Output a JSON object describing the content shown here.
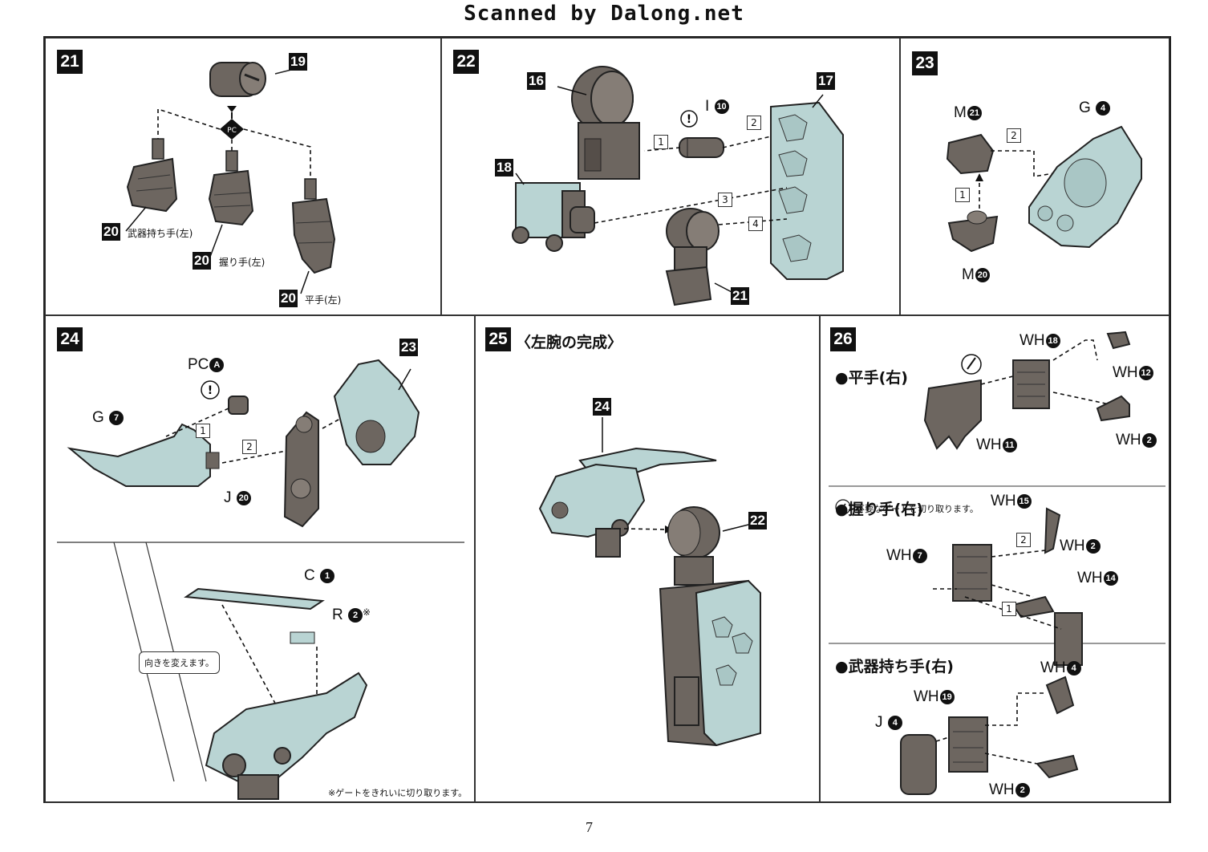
{
  "header": {
    "scan_credit": "Scanned by Dalong.net"
  },
  "page_number": "7",
  "colors": {
    "gray_part": "#6d6660",
    "blue_part": "#b9d4d3",
    "ink": "#111111"
  },
  "steps": {
    "s21": {
      "number": "21",
      "parts": {
        "top": "19",
        "h1": "20",
        "h2": "20",
        "h3": "20"
      },
      "labels": {
        "h1": "武器持ち手(左)",
        "h2": "握り手(左)",
        "h3": "平手(左)"
      }
    },
    "s22": {
      "number": "22",
      "parts": {
        "p16": "16",
        "p17": "17",
        "p18": "18",
        "p21": "21",
        "i_letter": "I",
        "i_num": "10"
      },
      "order": [
        "1",
        "2",
        "3",
        "4"
      ]
    },
    "s23": {
      "number": "23",
      "parts": {
        "m_top_letter": "M",
        "m_top_num": "21",
        "g_letter": "G",
        "g_num": "4",
        "m_bot_letter": "M",
        "m_bot_num": "20"
      },
      "order": [
        "1",
        "2"
      ]
    },
    "s24": {
      "number": "24",
      "parts": {
        "pc_letter": "PC",
        "pc_num": "A",
        "g_letter": "G",
        "g_num": "7",
        "j_letter": "J",
        "j_num": "20",
        "p23": "23",
        "c_letter": "C",
        "c_num": "1",
        "r_letter": "R",
        "r_num": "2",
        "asterisk": "※"
      },
      "order": [
        "1",
        "2"
      ],
      "callout": "向きを変えます。",
      "footnote": "※ゲートをきれいに切り取ります。"
    },
    "s25": {
      "number": "25",
      "title": "〈左腕の完成〉",
      "parts": {
        "p24": "24",
        "p22": "22"
      }
    },
    "s26": {
      "number": "26",
      "gate_note": "不要なゲートを切り取ります。",
      "sections": [
        {
          "title": "●平手(右)",
          "parts": [
            {
              "l": "WH",
              "n": "18"
            },
            {
              "l": "WH",
              "n": "12"
            },
            {
              "l": "WH",
              "n": "11"
            },
            {
              "l": "WH",
              "n": "2"
            }
          ]
        },
        {
          "title": "●握り手(右)",
          "parts": [
            {
              "l": "WH",
              "n": "15"
            },
            {
              "l": "WH",
              "n": "7"
            },
            {
              "l": "WH",
              "n": "2"
            },
            {
              "l": "WH",
              "n": "14"
            }
          ],
          "order": [
            "2",
            "1"
          ]
        },
        {
          "title": "●武器持ち手(右)",
          "parts": [
            {
              "l": "WH",
              "n": "4"
            },
            {
              "l": "WH",
              "n": "19"
            },
            {
              "l": "J",
              "n": "4"
            },
            {
              "l": "WH",
              "n": "2"
            }
          ]
        }
      ]
    }
  }
}
